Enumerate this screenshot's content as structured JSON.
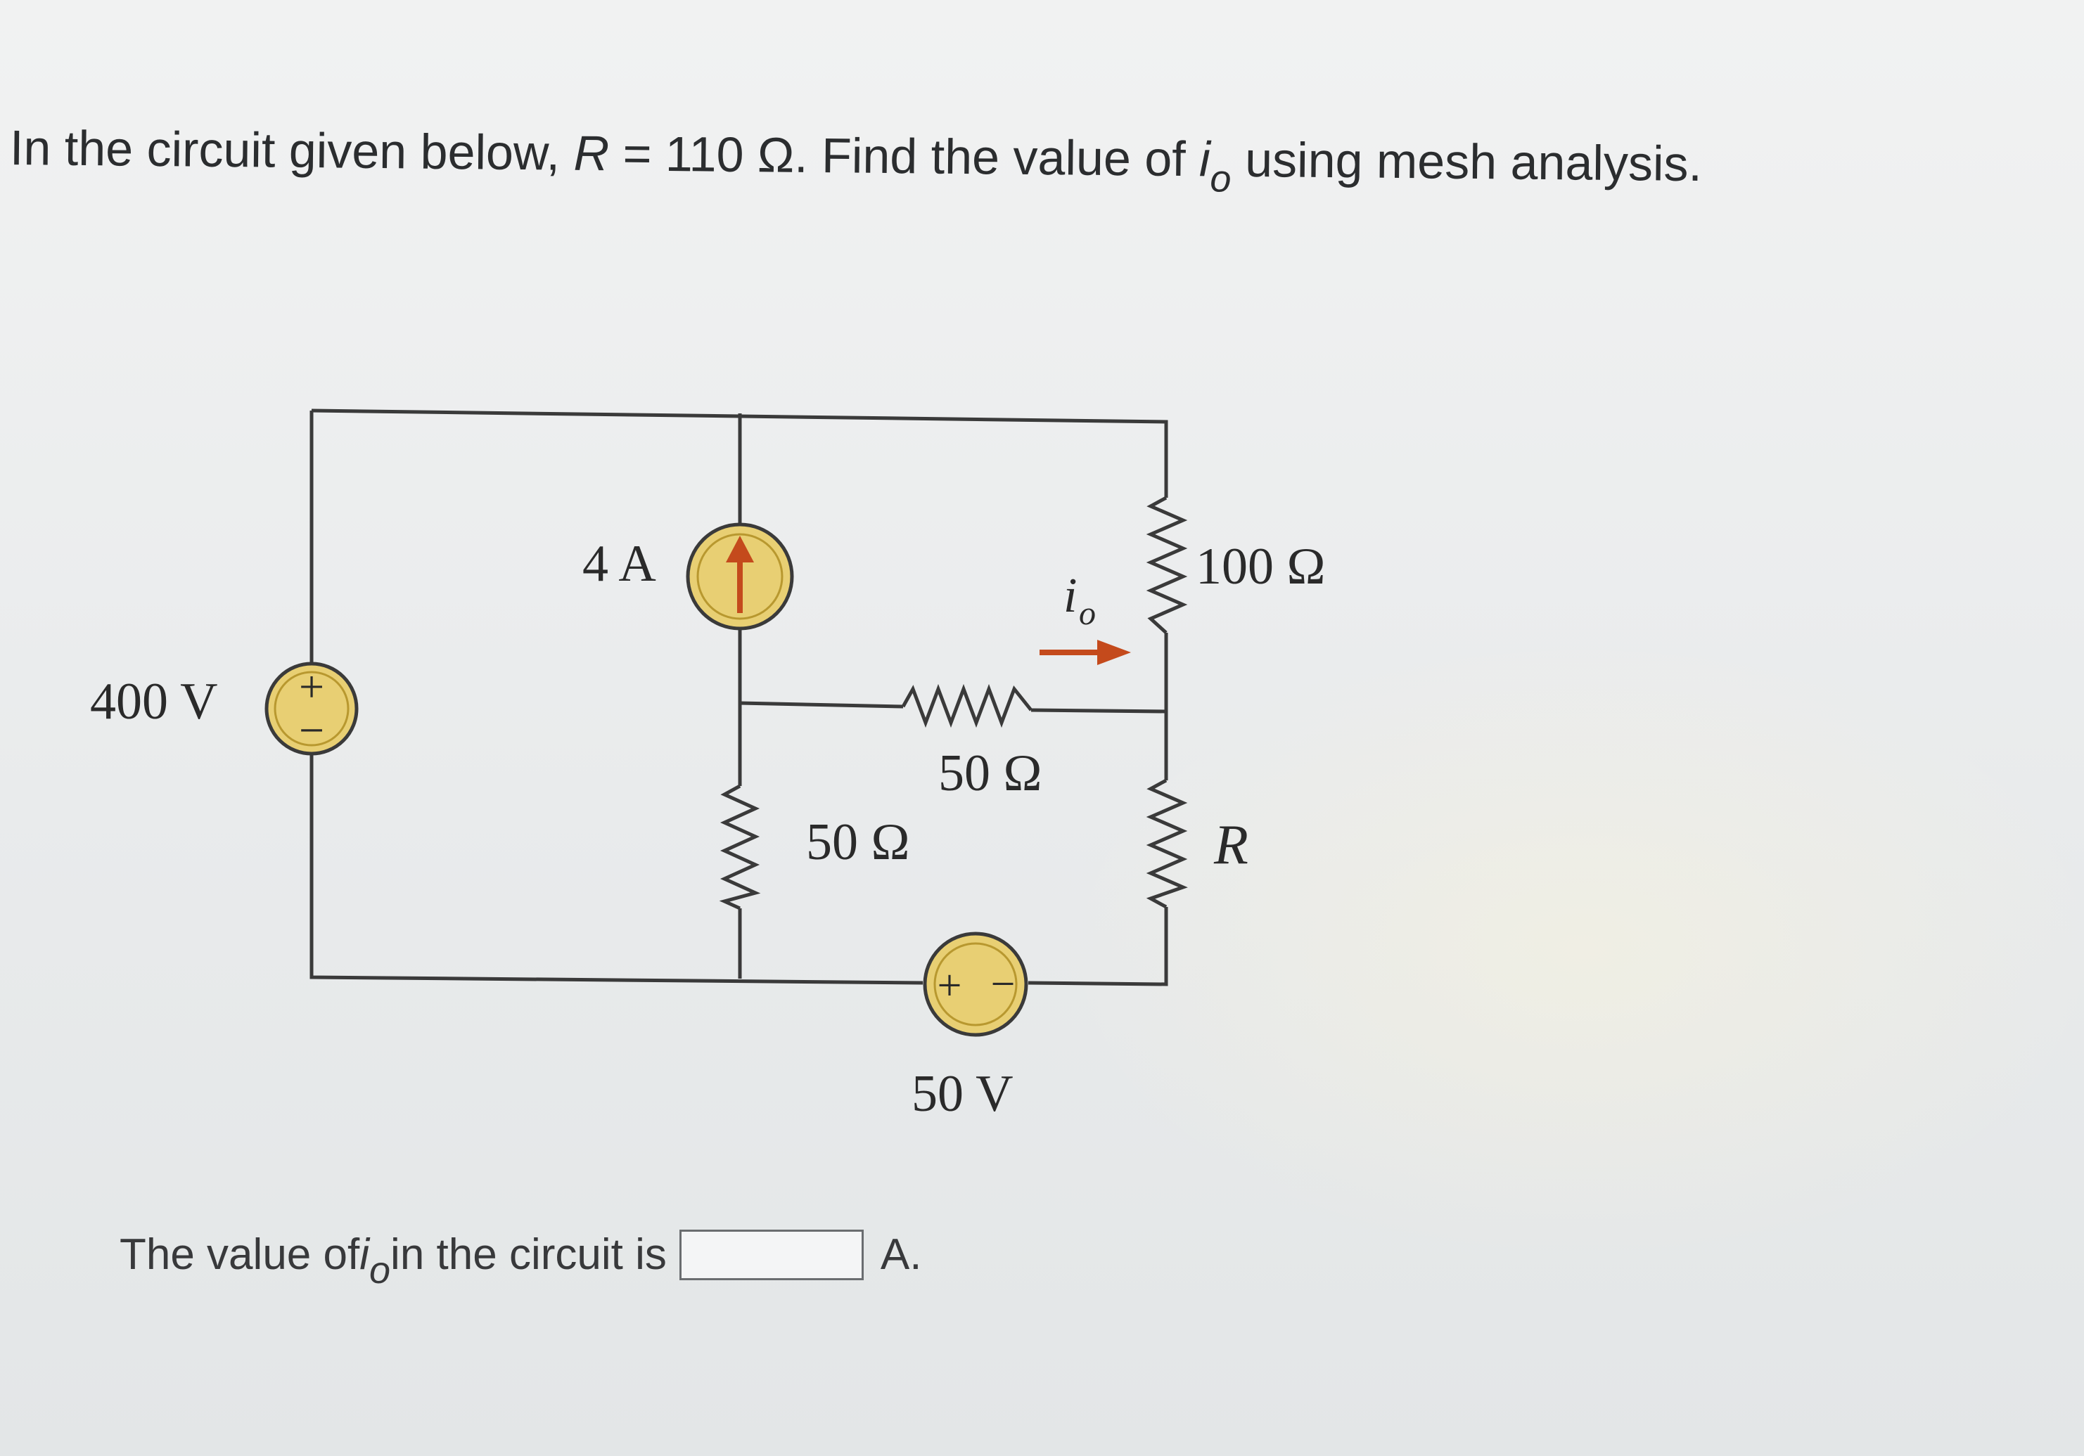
{
  "question": {
    "prefix": "In the circuit given below, ",
    "r_symbol": "R",
    "r_equals": " = 110 Ω",
    "middle": ". Find the value of ",
    "io_symbol": "i",
    "io_subscript": "o",
    "suffix": " using mesh analysis."
  },
  "circuit": {
    "source_400v": "400 V",
    "source_4a": "4 A",
    "res_100": "100 Ω",
    "res_50_horizontal": "50 Ω",
    "res_50_vertical": "50 Ω",
    "res_r": "R",
    "source_50v": "50 V",
    "current_label": "i",
    "current_label_sub": "o",
    "plus_sign": "+",
    "minus_sign": "−"
  },
  "answer": {
    "prefix": "The value of ",
    "io_symbol": "i",
    "io_subscript": "o",
    "middle": " in the circuit is ",
    "input_value": "",
    "unit": "A."
  },
  "colors": {
    "wire": "#3a3a3a",
    "source_fill": "#e8cf73",
    "source_stroke": "#b8982f",
    "arrow": "#c44a1c"
  }
}
